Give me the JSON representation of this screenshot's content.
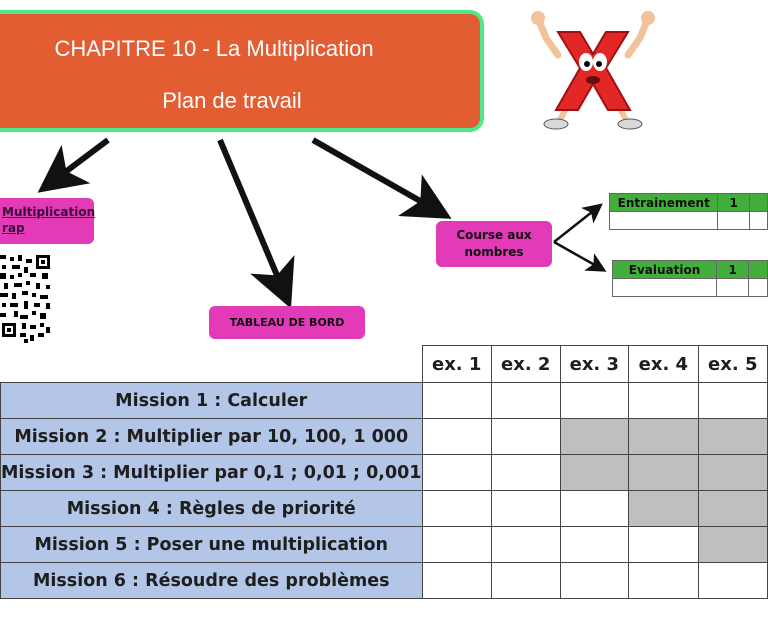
{
  "title": {
    "line1": "CHAPITRE 10 - La Multiplication",
    "line2": "Plan de travail"
  },
  "tags": {
    "rap_line1": "Multiplication",
    "rap_line2": "rap",
    "board": "TABLEAU DE BORD",
    "course_line1": "Course aux",
    "course_line2": "nombres"
  },
  "course_tables": [
    {
      "label": "Entrainement",
      "cols": [
        "1",
        ""
      ]
    },
    {
      "label": "Evaluation",
      "cols": [
        "1",
        ""
      ]
    }
  ],
  "grid": {
    "headers": [
      "ex. 1",
      "ex. 2",
      "ex. 3",
      "ex. 4",
      "ex. 5"
    ],
    "missions": [
      {
        "label": "Mission 1 : Calculer",
        "shaded": [
          false,
          false,
          false,
          false,
          false
        ]
      },
      {
        "label": "Mission 2 : Multiplier par 10, 100, 1 000",
        "shaded": [
          false,
          false,
          true,
          true,
          true
        ]
      },
      {
        "label": "Mission 3 : Multiplier par 0,1 ; 0,01 ; 0,001",
        "shaded": [
          false,
          false,
          true,
          true,
          true
        ]
      },
      {
        "label": "Mission 4 : Règles de priorité",
        "shaded": [
          false,
          false,
          false,
          true,
          true
        ]
      },
      {
        "label": "Mission 5 : Poser une multiplication",
        "shaded": [
          false,
          false,
          false,
          false,
          true
        ]
      },
      {
        "label": "Mission 6 : Résoudre des problèmes",
        "shaded": [
          false,
          false,
          false,
          false,
          false
        ]
      }
    ]
  },
  "colors": {
    "title_bg": "#e35d33",
    "title_border": "#4ee88a",
    "tag_pink": "#e33ab8",
    "table_green": "#44ae3c",
    "mission_blue": "#b4c6e7",
    "shade_gray": "#bfbfbf"
  },
  "icons": {
    "mascot": "multiplication-sign-mascot-icon",
    "qr": "qr-code-icon"
  }
}
